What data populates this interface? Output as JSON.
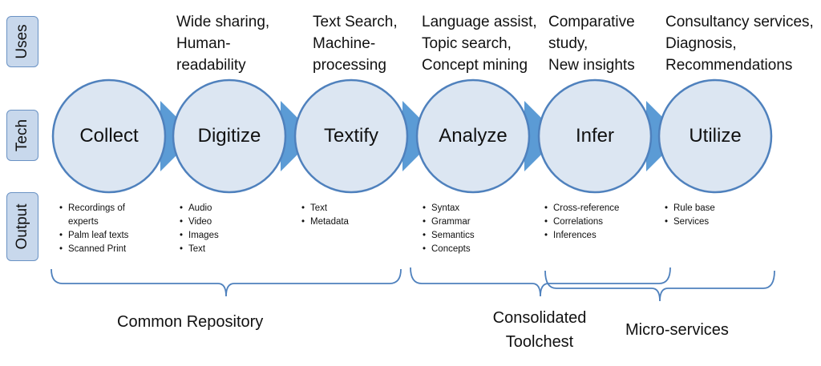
{
  "side_labels": [
    "Uses",
    "Tech",
    "Output"
  ],
  "stages": [
    {
      "label": "Collect",
      "uses": [],
      "outputs": [
        "Recordings of",
        "experts",
        "Palm leaf texts",
        "Scanned Print"
      ]
    },
    {
      "label": "Digitize",
      "uses": [
        "Wide sharing,",
        "Human-",
        "readability"
      ],
      "outputs": [
        "Audio",
        "Video",
        "Images",
        "Text"
      ]
    },
    {
      "label": "Textify",
      "uses": [
        "Text Search,",
        "Machine-",
        "processing"
      ],
      "outputs": [
        "Text",
        "Metadata"
      ]
    },
    {
      "label": "Analyze",
      "uses": [
        "Language assist,",
        "Topic search,",
        "Concept mining"
      ],
      "outputs": [
        "Syntax",
        "Grammar",
        "Semantics",
        "Concepts"
      ]
    },
    {
      "label": "Infer",
      "uses": [
        "Comparative",
        "study,",
        "New insights"
      ],
      "outputs": [
        "Cross-reference",
        "Correlations",
        "Inferences"
      ]
    },
    {
      "label": "Utilize",
      "uses": [
        "Consultancy services,",
        "Diagnosis,",
        "Recommendations"
      ],
      "outputs": [
        "Rule base",
        "Services"
      ]
    }
  ],
  "groups": [
    {
      "label_lines": [
        "Common Repository"
      ]
    },
    {
      "label_lines": [
        "Consolidated",
        "Toolchest"
      ]
    },
    {
      "label_lines": [
        "Micro-services"
      ]
    }
  ],
  "colors": {
    "circle_fill": "#dce6f2",
    "circle_stroke": "#4f81bd",
    "arrow_fill": "#5b9bd5",
    "side_label_fill": "#c8d8ec",
    "brace": "#4f81bd"
  }
}
